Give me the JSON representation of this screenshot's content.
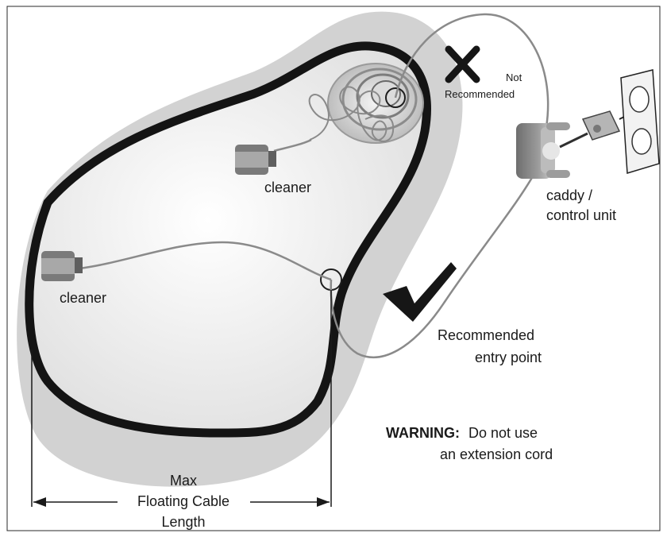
{
  "labels": {
    "cleaner_top": "cleaner",
    "cleaner_left": "cleaner",
    "not_recommended_line1": "Not",
    "not_recommended_line2": "Recommended",
    "caddy_line1": "caddy /",
    "caddy_line2": "control unit",
    "recommended_line1": "Recommended",
    "recommended_line2": "entry point",
    "warning_prefix": "WARNING:",
    "warning_line1_rest": "Do not use",
    "warning_line2": "an extension cord",
    "cable_line1": "Max",
    "cable_line2": "Floating Cable",
    "cable_line3": "Length"
  },
  "icons": {
    "cross": "x-mark-icon",
    "check": "check-mark-icon",
    "outlet": "wall-outlet-icon",
    "caddy": "caddy-control-unit-icon",
    "skimmer": "skimmer-icon",
    "cleaner": "pool-cleaner-icon"
  },
  "colors": {
    "pool_wall": "#141414",
    "pool_shadow": "#cfcfcf",
    "cable": "#8a8a8a",
    "marks": "#161616"
  }
}
